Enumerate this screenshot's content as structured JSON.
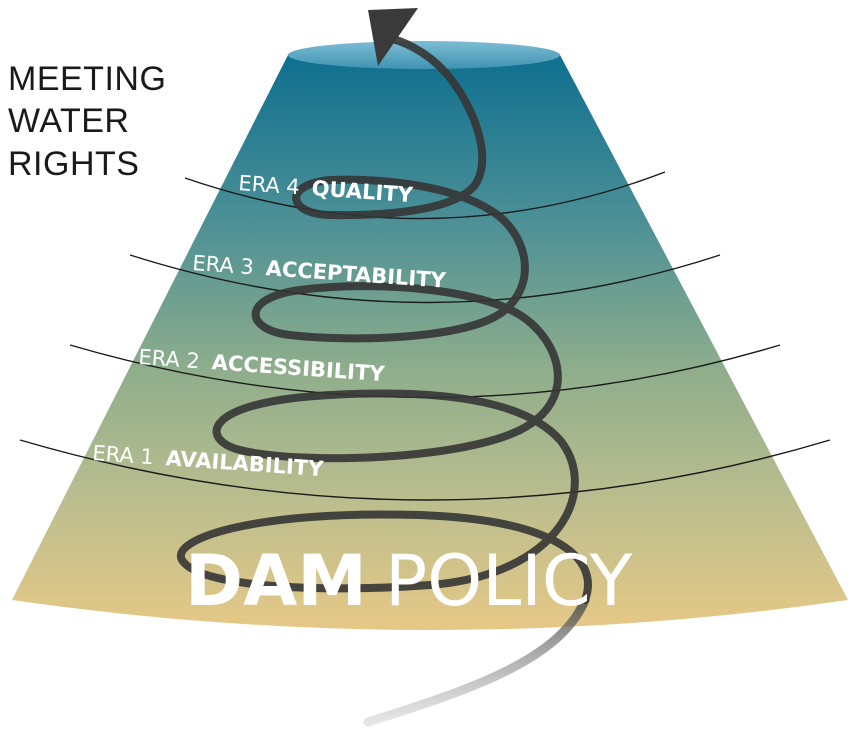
{
  "title": {
    "lines": [
      "MEETING",
      "WATER",
      "RIGHTS"
    ]
  },
  "eras": [
    {
      "prefix": "ERA 4",
      "name": "QUALITY"
    },
    {
      "prefix": "ERA 3",
      "name": "ACCEPTABILITY"
    },
    {
      "prefix": "ERA 2",
      "name": "ACCESSIBILITY"
    },
    {
      "prefix": "ERA 1",
      "name": "AVAILABILITY"
    }
  ],
  "base_label": {
    "bold": "DAM",
    "light": "POLICY"
  },
  "colors": {
    "cone_top": "#0e6f8f",
    "cone_upper_mid": "#4a8f96",
    "cone_mid": "#8fae8c",
    "cone_lower_mid": "#bcbe8e",
    "cone_bottom": "#e6c886",
    "cone_cap": "#5fa9c4",
    "spiral": "#3a3a3a",
    "era_lines": "#1a1a1a"
  }
}
